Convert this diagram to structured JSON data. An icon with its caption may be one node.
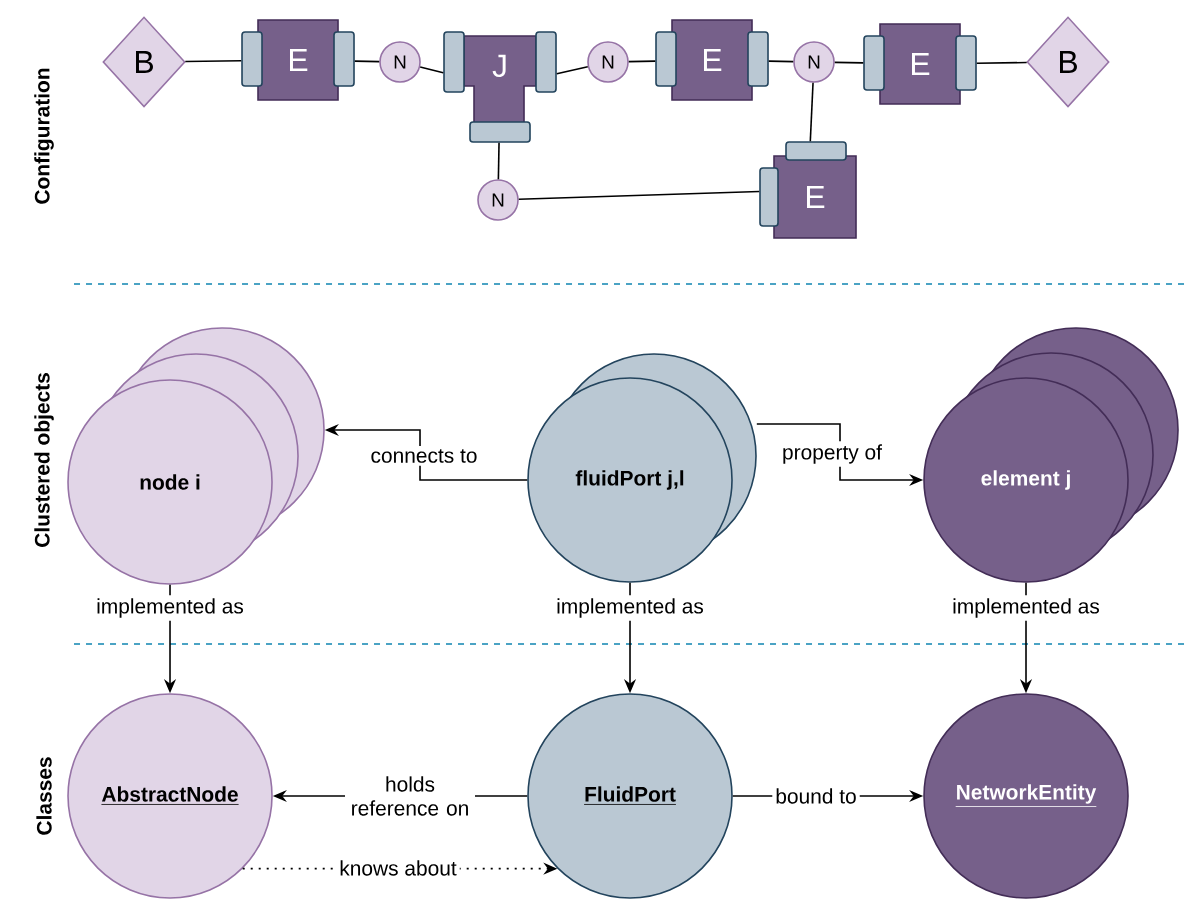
{
  "diagram": {
    "nodes": [
      {
        "text": [
          "B"
        ]
      },
      {
        "text": [
          "E"
        ]
      },
      {
        "text": [
          "N"
        ]
      },
      {
        "text": [
          "J"
        ]
      },
      {
        "text": [
          "N"
        ]
      },
      {
        "text": [
          "E"
        ]
      },
      {
        "text": [
          "N"
        ]
      },
      {
        "text": [
          "E"
        ]
      },
      {
        "text": [
          "B"
        ]
      },
      {
        "text": [
          "N"
        ]
      },
      {
        "text": [
          "E"
        ]
      },
      {
        "text": [
          "node i"
        ]
      },
      {
        "text": [
          "fluidPort j,l"
        ]
      },
      {
        "text": [
          "element j"
        ]
      },
      {
        "text": [
          "AbstractNode"
        ]
      },
      {
        "text": [
          "FluidPort"
        ]
      },
      {
        "text": [
          "NetworkEntity"
        ]
      }
    ],
    "edges": [
      {
        "from": 0,
        "to": 1,
        "arrow": "none"
      },
      {
        "from": 1,
        "to": 2,
        "arrow": "none"
      },
      {
        "from": 2,
        "to": 3,
        "arrow": "none"
      },
      {
        "from": 3,
        "to": 4,
        "arrow": "none"
      },
      {
        "from": 4,
        "to": 5,
        "arrow": "none"
      },
      {
        "from": 5,
        "to": 6,
        "arrow": "none"
      },
      {
        "from": 6,
        "to": 7,
        "arrow": "none"
      },
      {
        "from": 7,
        "to": 8,
        "arrow": "none"
      },
      {
        "from": 6,
        "to": 10,
        "arrow": "none"
      },
      {
        "from": 3,
        "to": 9,
        "arrow": "none"
      },
      {
        "from": 9,
        "to": 10,
        "arrow": "none"
      },
      {
        "from": 12,
        "to": 11,
        "arrow": "to",
        "label": "connects to"
      },
      {
        "from": 12,
        "to": 13,
        "arrow": "to",
        "label": "property of"
      },
      {
        "from": 11,
        "to": 14,
        "arrow": "to",
        "label": "implemented as"
      },
      {
        "from": 12,
        "to": 15,
        "arrow": "to",
        "label": "implemented as"
      },
      {
        "from": 13,
        "to": 16,
        "arrow": "to",
        "label": "implemented as"
      },
      {
        "from": 15,
        "to": 14,
        "arrow": "to",
        "label": "holds reference on"
      },
      {
        "from": 15,
        "to": 16,
        "arrow": "to",
        "label": "bound to"
      },
      {
        "from": 14,
        "to": 15,
        "arrow": "to",
        "label": "knows about",
        "style": "dashed"
      }
    ],
    "labels": [
      "Configuration",
      "Clustered objects",
      "Classes"
    ]
  }
}
